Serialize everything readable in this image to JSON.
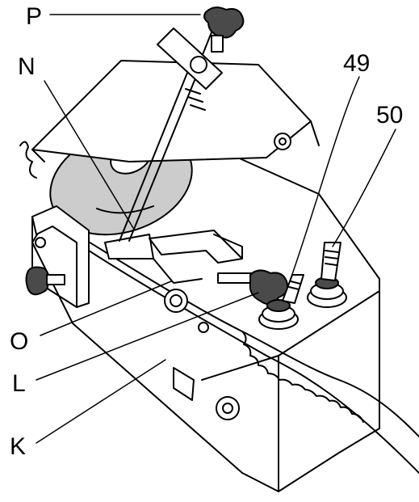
{
  "diagram": {
    "callouts": [
      {
        "id": "p",
        "text": "P"
      },
      {
        "id": "n",
        "text": "N"
      },
      {
        "id": "49",
        "text": "49"
      },
      {
        "id": "50",
        "text": "50"
      },
      {
        "id": "o",
        "text": "O"
      },
      {
        "id": "l",
        "text": "L"
      },
      {
        "id": "k",
        "text": "K"
      }
    ]
  },
  "colors": {
    "line": "#000000",
    "wheel": "#cccccc",
    "knob": "#4a4a4a",
    "background": "#ffffff"
  }
}
